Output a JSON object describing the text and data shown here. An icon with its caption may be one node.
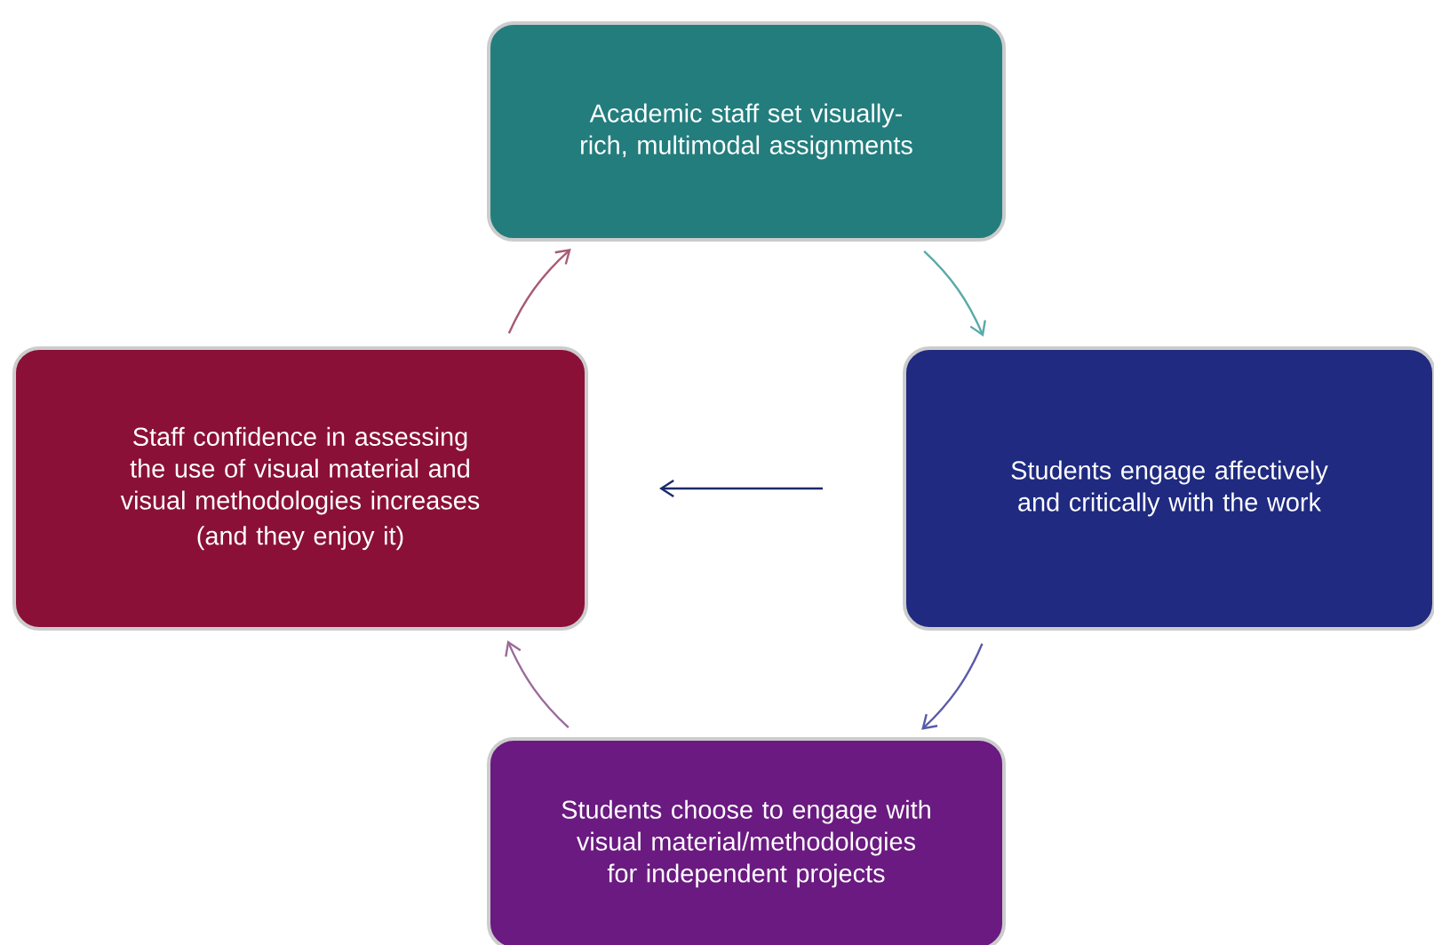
{
  "diagram": {
    "nodes": [
      {
        "text": [
          "Academic staff set visually-rich, multimodal assignments"
        ]
      },
      {
        "text": [
          "Students engage affectively and critically with the work"
        ]
      },
      {
        "text": [
          "Students choose to engage with visual material/methodologies for independent projects"
        ]
      },
      {
        "text": [
          "Staff confidence in assessing the use of visual material and visual methodologies increases",
          "(and they enjoy it)"
        ]
      }
    ],
    "edges": [
      {
        "from": 0,
        "to": 1,
        "arrow": "to",
        "color": "#5aaaa8"
      },
      {
        "from": 1,
        "to": 2,
        "arrow": "to",
        "color": "#5a5aa8"
      },
      {
        "from": 2,
        "to": 3,
        "arrow": "to",
        "color": "#9a6a9a"
      },
      {
        "from": 3,
        "to": 0,
        "arrow": "to",
        "color": "#a85a78"
      },
      {
        "from": 1,
        "to": 3,
        "arrow": "to",
        "color": "#1a2a6a"
      }
    ]
  }
}
